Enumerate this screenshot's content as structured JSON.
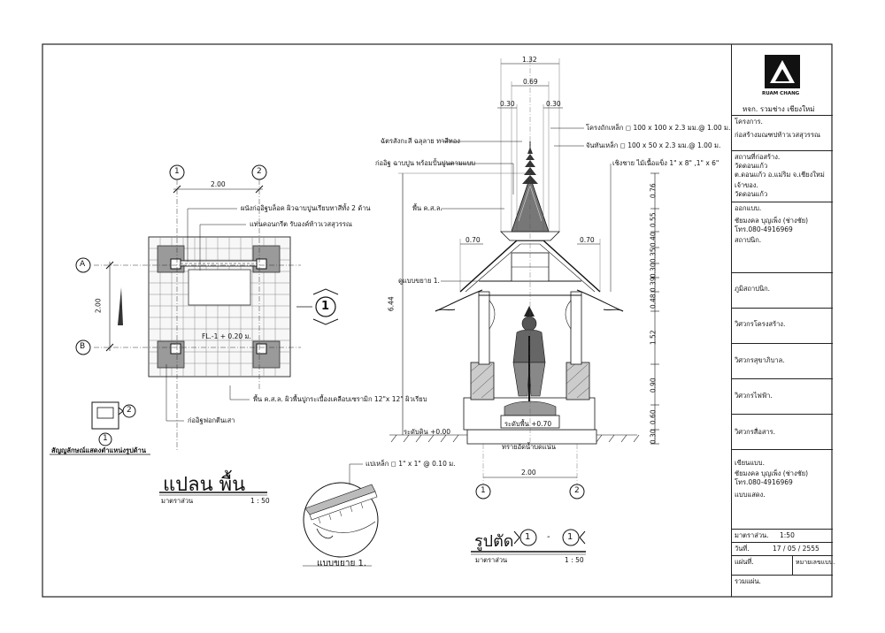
{
  "titleblock": {
    "logo_text": "RUAM CHANG",
    "office": "หจก. รวมช่าง เชียงใหม่",
    "project_label": "โครงการ.",
    "project": "ก่อสร้างมณฑปท้าวเวสสุวรรณ",
    "location_label": "สถานที่ก่อสร้าง.",
    "location_1": "วัดดอนแก้ว",
    "location_2": "ต.ดอนแก้ว อ.แม่ริม จ.เชียงใหม่",
    "owner_label": "เจ้าของ.",
    "owner": "วัดดอนแก้ว",
    "designer_label": "ออกแบบ.",
    "designer": "ชัยมงคล  บุญเพ็ง (ช่างชัย)",
    "designer_tel": "โทร.080-4916969",
    "architect_label": "สถาปนิก.",
    "landscape_label": "ภูมิสถาปนิก.",
    "structural_label": "วิศวกรโครงสร้าง.",
    "sanitary_label": "วิศวกรสุขาภิบาล.",
    "electrical_label": "วิศวกรไฟฟ้า.",
    "telecom_label": "วิศวกรสื่อสาร.",
    "draftsman_label": "เขียนแบบ.",
    "draftsman": "ชัยมงคล  บุญเพ็ง (ช่างชัย)",
    "draftsman_tel": "โทร.080-4916969",
    "drawing_label": "แบบแสดง.",
    "scale_label": "มาตราส่วน.",
    "scale": "1:50",
    "date_label": "วันที่.",
    "date": "17 / 05 / 2555",
    "sheet_label": "แผ่นที่.",
    "drawing_no_label": "หมายเลขแบบ.",
    "total_sheets_label": "รวมแผ่น."
  },
  "plan": {
    "title": "แปลน   พื้น",
    "scale_label": "มาตราส่วน",
    "scale": "1 : 50",
    "grid_1": "1",
    "grid_2": "2",
    "grid_a": "A",
    "grid_b": "B",
    "dim_top": "2.00",
    "dim_side": "2.00",
    "note_wall": "ผนังก่ออิฐบล็อค ผิวฉาบปูนเรียบทาสีทั้ง 2 ด้าน",
    "note_base": "แท่นคอนกรีต รับองค์ท้าวเวสสุวรรณ",
    "floor_level": "FL.-1  + 0.20 ม.",
    "note_floor": "พื้น ค.ส.ล. ผิวพื้นปูกระเบื้องเคลือบเซรามิก  12\"x 12\" ผิวเรียบ",
    "note_column": "ก่ออิฐฟอกตีนเสา",
    "section_mark": "1",
    "legend_1": "1",
    "legend_2": "2",
    "legend_caption": "สัญญลักษณ์แสดงตำแหน่งรูปด้าน"
  },
  "detail": {
    "title": "แบบขยาย 1.",
    "note": "แปเหล็ก ◻ 1\" x 1\" @ 0.10 ม."
  },
  "section": {
    "title": "รูปตัด",
    "mark_from": "1",
    "dash": "-",
    "mark_to": "1",
    "scale_label": "มาตราส่วน",
    "scale": "1 : 50",
    "dim_top": "1.32",
    "dim_mid": "0.69",
    "dim_left": "0.30",
    "dim_right": "0.30",
    "dim_eave_l": "0.70",
    "dim_eave_r": "0.70",
    "dim_total": "6.44",
    "dim_bottom": "2.00",
    "grid_1": "1",
    "grid_2": "2",
    "vdims": [
      "0.76",
      "0.55",
      "0.40",
      "0.35",
      "0.30",
      "0.39",
      "0.48",
      "1.52",
      "0.90",
      "0.60",
      "0.30"
    ],
    "note_steel1": "โครงถักเหล็ก ◻ 100 x 100 x 2.3 มม.@ 1.00 ม.",
    "note_steel2": "จันทันเหล็ก ◻ 100 x 50 x 2.3 มม.@ 1.00 ม.",
    "note_eave": "เชิงชาย ไม้เนื้อแข็ง 1\" x 8\" ,1\" x 6\"",
    "note_spire": "ฉัตรสังกะสี ฉลุลาย ทาสีทอง",
    "note_brick": "ก่ออิฐ ฉาบปูน พร้อมปั้นปูนตามแบบ",
    "note_slab": "พื้น ค.ส.ล.",
    "note_detail": "ดูแบบขยาย 1.",
    "level_ground": "ระดับดิน  +0.00",
    "level_floor": "ระดับพื้น  +0.70",
    "note_sand": "ทรายอัดน้ำบดแน่น"
  }
}
